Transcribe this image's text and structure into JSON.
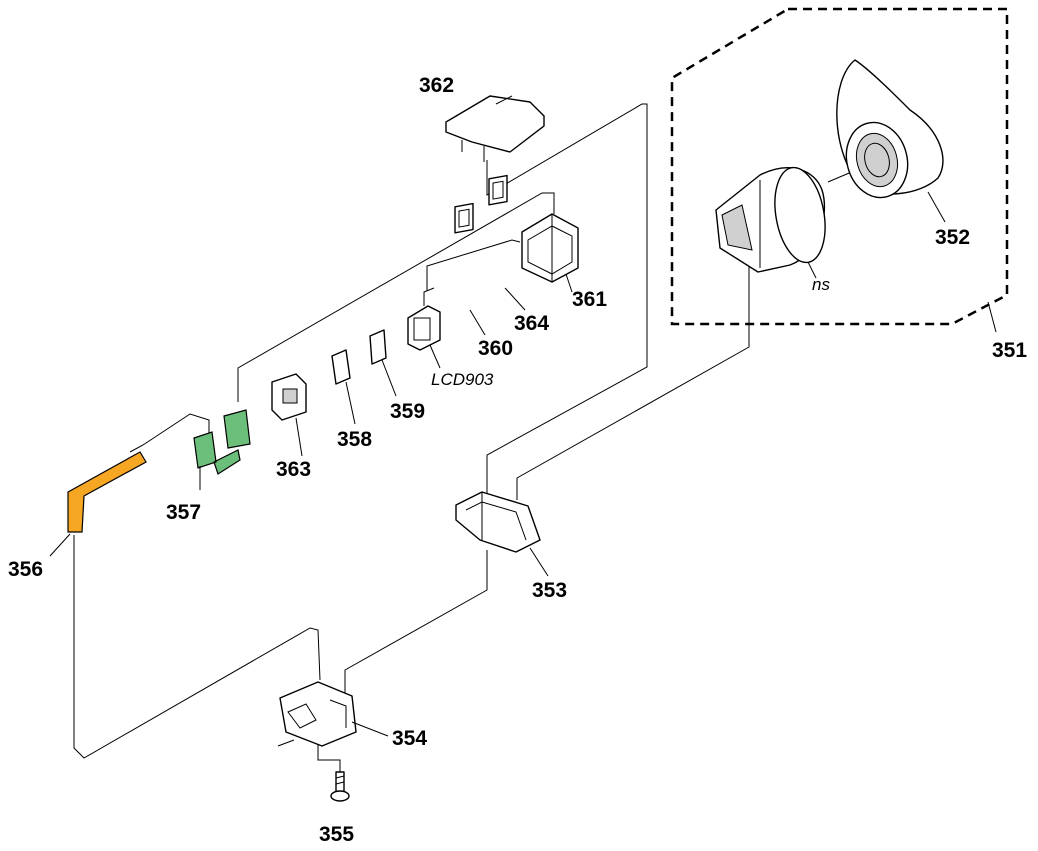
{
  "diagram": {
    "labels": {
      "p351": "351",
      "p352": "352",
      "p353": "353",
      "p354": "354",
      "p355": "355",
      "p356": "356",
      "p357": "357",
      "p358": "358",
      "p359": "359",
      "p360": "360",
      "p361": "361",
      "p362": "362",
      "p363": "363",
      "p364": "364"
    },
    "annotations": {
      "lcd": "LCD903",
      "ns": "ns"
    },
    "colors": {
      "flex_cable": "#f5a623",
      "board_357": "#6cbf7a",
      "line": "#000000",
      "background": "#ffffff"
    }
  }
}
